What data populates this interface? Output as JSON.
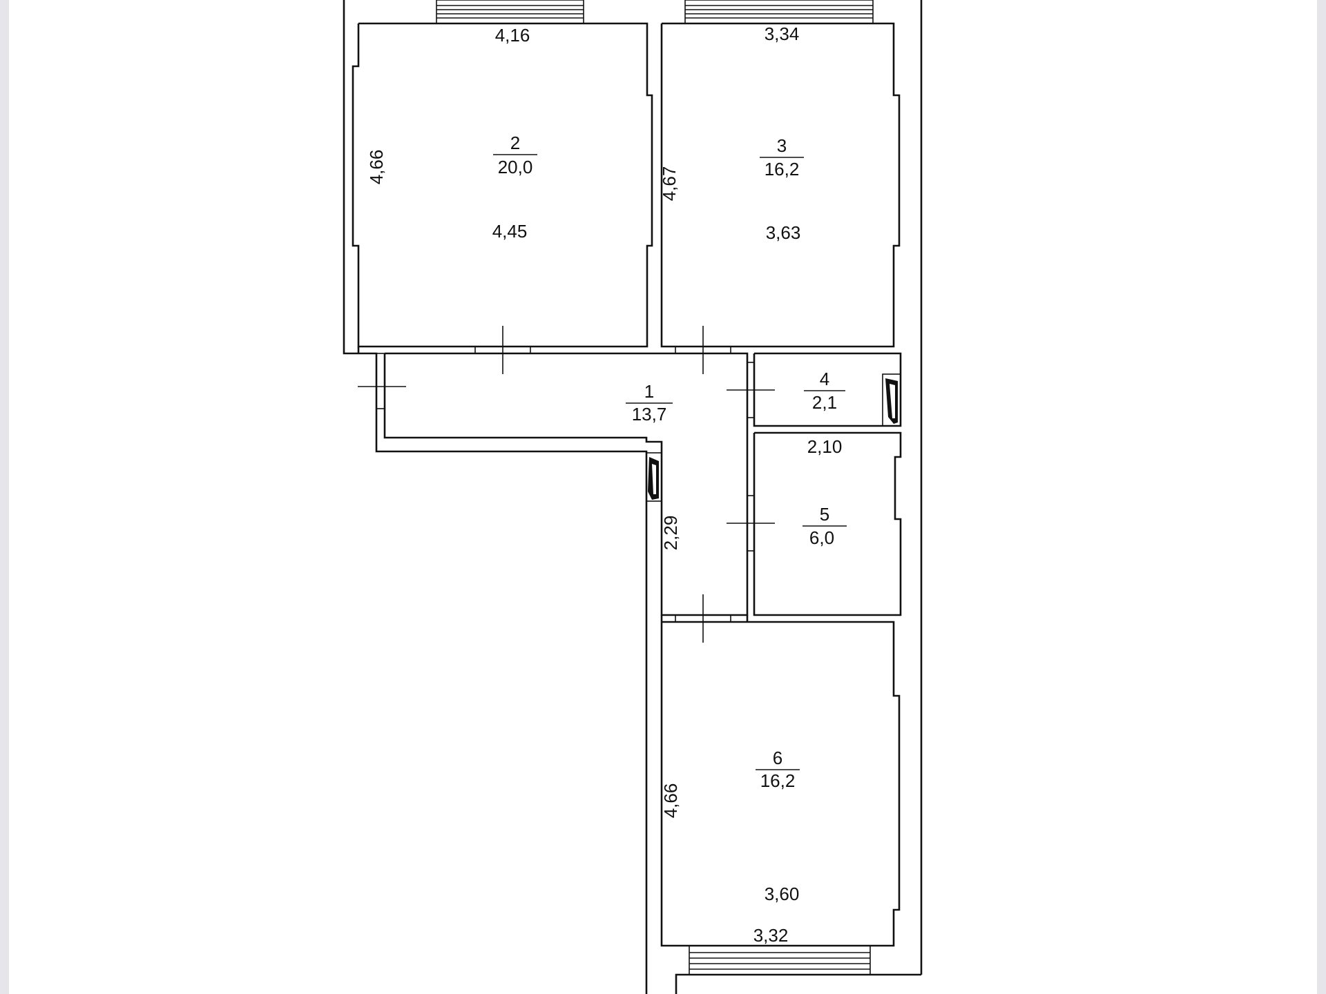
{
  "plan": {
    "rooms": [
      {
        "id": "room-1",
        "number": "1",
        "area": "13,7"
      },
      {
        "id": "room-2",
        "number": "2",
        "area": "20,0"
      },
      {
        "id": "room-3",
        "number": "3",
        "area": "16,2"
      },
      {
        "id": "room-4",
        "number": "4",
        "area": "2,1"
      },
      {
        "id": "room-5",
        "number": "5",
        "area": "6,0"
      },
      {
        "id": "room-6",
        "number": "6",
        "area": "16,2"
      }
    ],
    "dimensions": {
      "room2_top": "4,16",
      "room2_side": "4,66",
      "room2_bottom": "4,45",
      "room3_top": "3,34",
      "room3_side": "4,67",
      "room3_bottom": "3,63",
      "room5_top": "2,10",
      "corridor_side": "2,29",
      "room6_side": "4,66",
      "room6_inner": "3,60",
      "room6_bottom": "3,32"
    }
  }
}
